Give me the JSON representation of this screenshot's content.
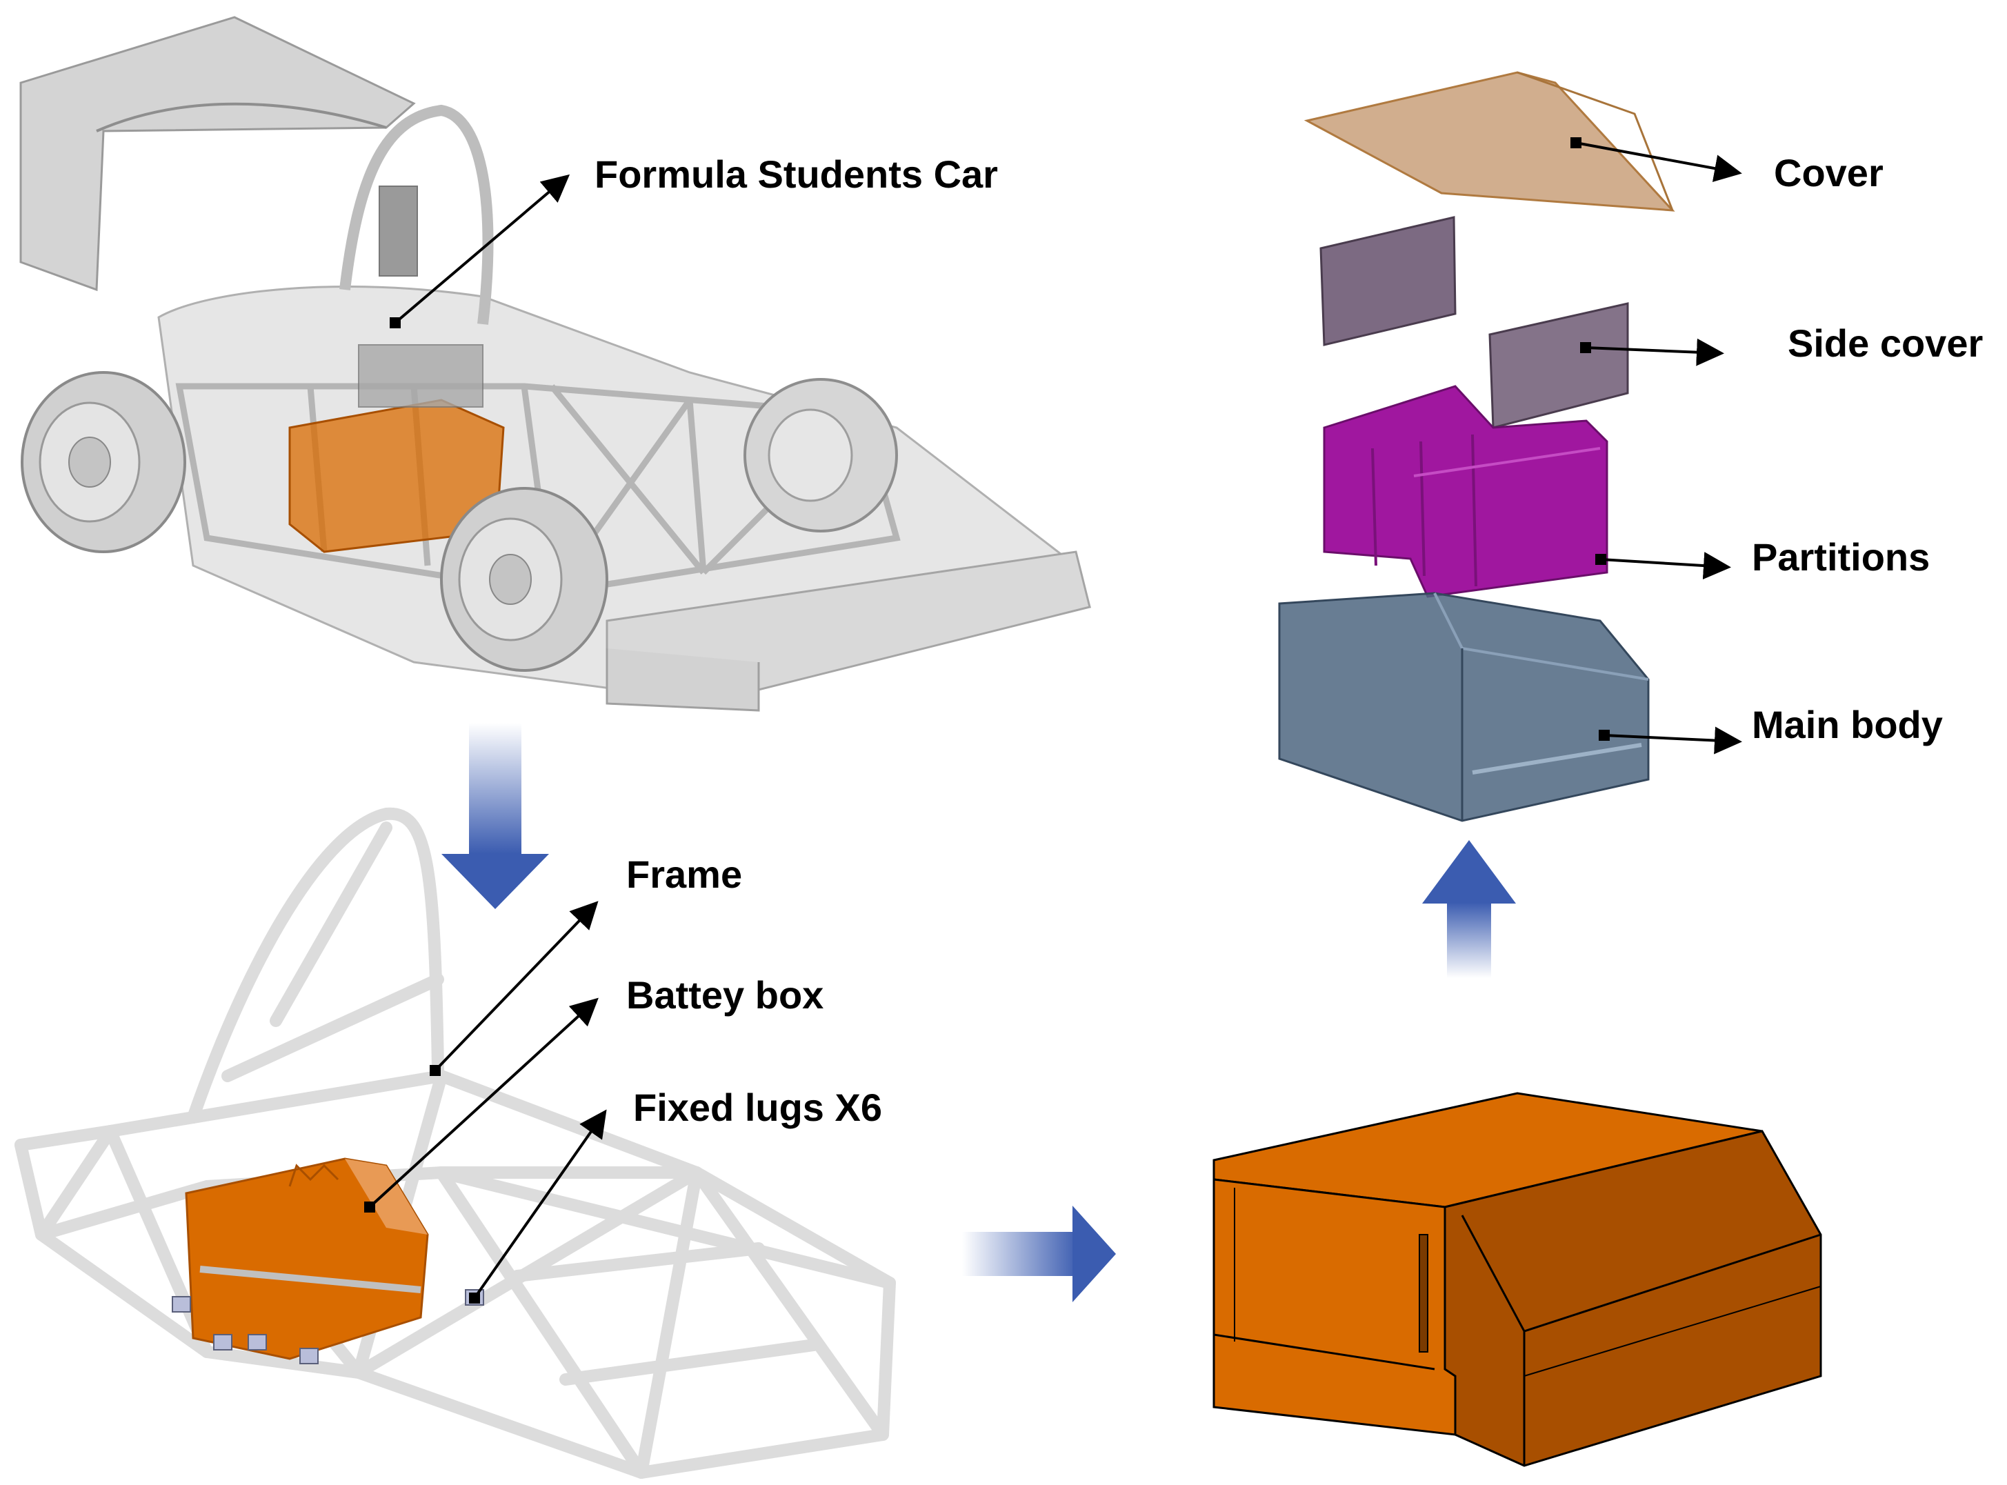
{
  "labels": {
    "car": "Formula Students Car",
    "frame": "Frame",
    "battery_box": "Battey box",
    "fixed_lugs": "Fixed lugs X6",
    "cover": "Cover",
    "side_cover": "Side cover",
    "partitions": "Partitions",
    "main_body": "Main body"
  },
  "colors": {
    "battery_orange": "#D96B00",
    "battery_orange_dark": "#A84F00",
    "partition_magenta": "#A0179F",
    "side_cover_purple": "#6E5A74",
    "cover_tan": "#C9A07A",
    "main_body_blue": "#4E6680",
    "arrow_blue": "#3B5CB0",
    "frame_gray": "#E3E3E3",
    "car_gray": "#C8C8C8"
  }
}
